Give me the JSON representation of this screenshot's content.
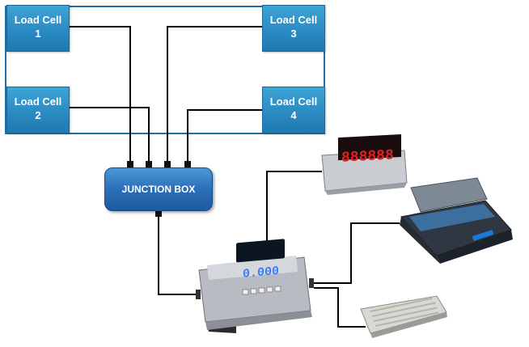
{
  "load_cells": [
    {
      "label": "Load Cell",
      "number": "1"
    },
    {
      "label": "Load Cell",
      "number": "2"
    },
    {
      "label": "Load Cell",
      "number": "3"
    },
    {
      "label": "Load Cell",
      "number": "4"
    }
  ],
  "junction_box": {
    "label": "JUNCTION BOX"
  },
  "indicator": {
    "reading": "0.000"
  },
  "colors": {
    "cell_fill": "#2a8bc2",
    "junction_fill": "#2a6fb8",
    "wire": "#000000",
    "frame": "#1f6fa8",
    "display_digits": "#3a7cff",
    "remote_display_digits": "#e02020"
  },
  "icons": [
    "remote-display-icon",
    "dot-matrix-printer-icon",
    "weighing-indicator-icon",
    "keyboard-icon"
  ]
}
